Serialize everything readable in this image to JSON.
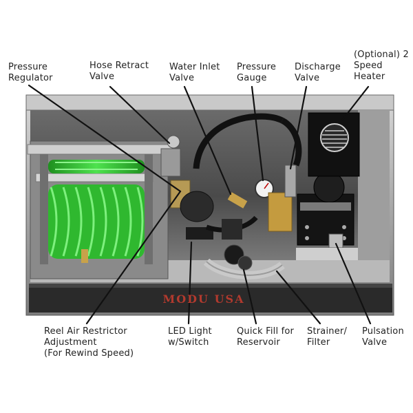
{
  "brand": "MODU USA",
  "colors": {
    "hose": "#3ad13a",
    "brand_text": "#b23a2e",
    "cabinet": "#8f8f8f",
    "interior": "#3a3a3a",
    "leader": "#111111"
  },
  "labels": {
    "pressure_regulator": "Pressure\nRegulator",
    "hose_retract_valve": "Hose Retract\nValve",
    "water_inlet_valve": "Water Inlet\nValve",
    "pressure_gauge": "Pressure\nGauge",
    "discharge_valve": "Discharge\nValve",
    "speed_heater": "(Optional) 2\nSpeed\nHeater",
    "reel_air_restrictor": "Reel Air Restrictor\nAdjustment\n(For Rewind Speed)",
    "led_light": "LED Light\nw/Switch",
    "quick_fill": "Quick Fill for\nReservoir",
    "strainer_filter": "Strainer/\nFilter",
    "pulsation_valve": "Pulsation\nValve"
  }
}
